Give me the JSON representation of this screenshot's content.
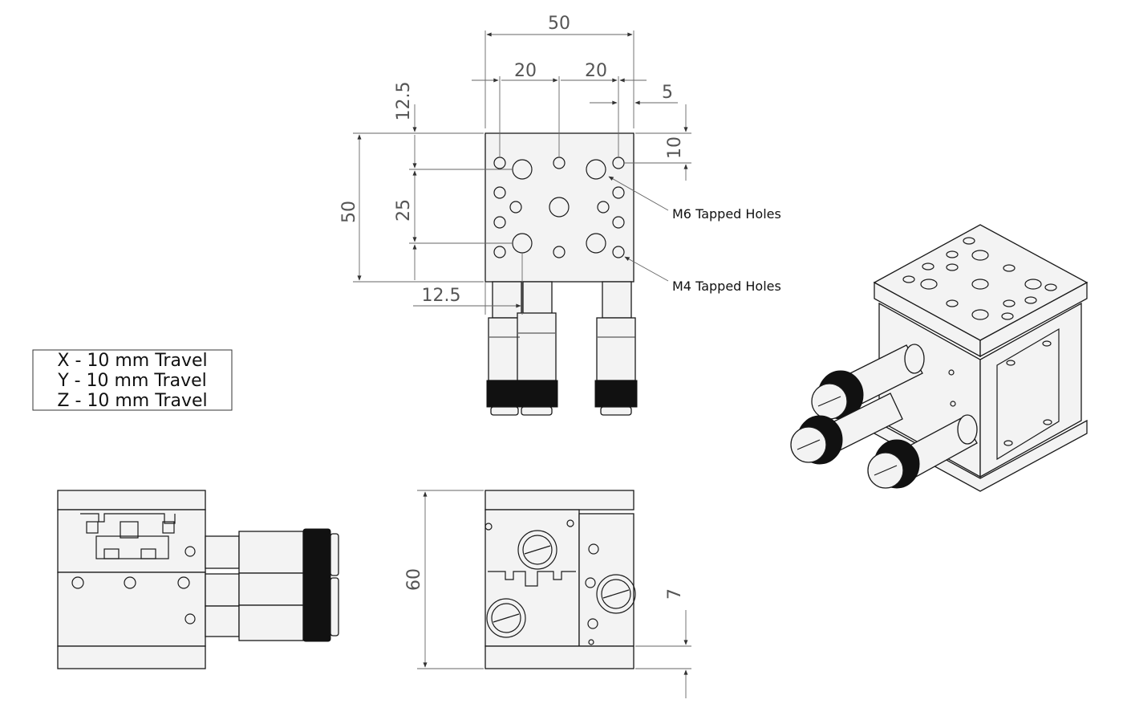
{
  "travel_table": {
    "x": "X - 10 mm Travel",
    "y": "Y - 10 mm Travel",
    "z": "Z - 10 mm Travel"
  },
  "dimensions": {
    "overall_width": "50",
    "hole_spacing_left": "20",
    "hole_spacing_right": "20",
    "edge_offset": "5",
    "top_offset": "12.5",
    "side_offset": "10",
    "overall_height": "50",
    "m6_spacing": "25",
    "bottom_offset": "12.5",
    "side_view_height": "60",
    "base_thickness": "7"
  },
  "callouts": {
    "m6": "M6 Tapped Holes",
    "m4": "M4 Tapped Holes"
  }
}
